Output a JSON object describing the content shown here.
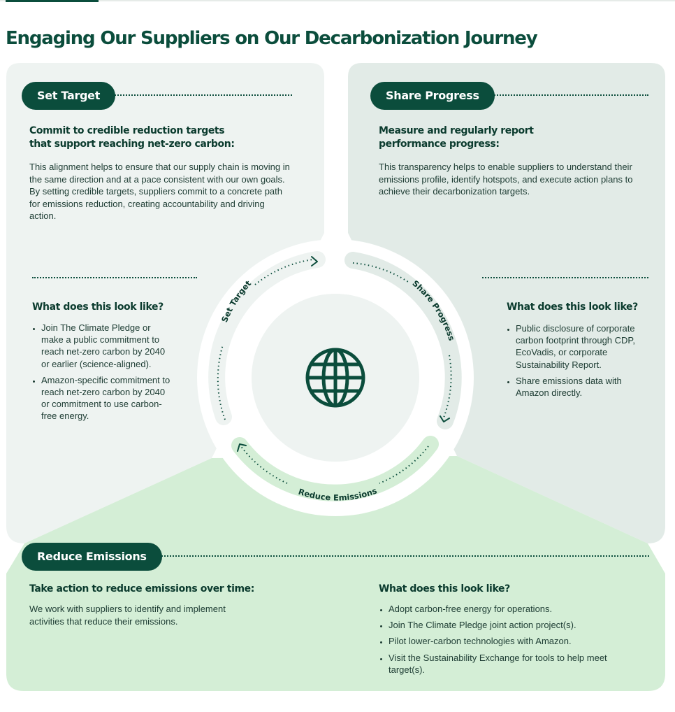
{
  "title": "Engaging Our Suppliers on Our Decarbonization Journey",
  "colors": {
    "dark_green": "#0b4d3c",
    "panel_gray": "#eef3f1",
    "panel_gray_dark": "#e2ebe7",
    "panel_green": "#d4eed6"
  },
  "set_target": {
    "label": "Set Target",
    "heading": "Commit to credible reduction targets that support reaching net-zero carbon:",
    "body": "This alignment helps to ensure that our supply chain is moving in the same direction and at a pace consistent with our own goals. By setting credible targets, suppliers commit to a concrete path for emissions reduction, creating accountability and driving action.",
    "look_heading": "What does this look like?",
    "items": [
      "Join The Climate Pledge or make a public commitment to reach net-zero carbon by 2040 or earlier (science-aligned).",
      "Amazon-specific commitment to reach net-zero carbon by 2040 or commitment to use carbon-free energy."
    ]
  },
  "share_progress": {
    "label": "Share Progress",
    "heading": "Measure and regularly report performance progress:",
    "body": "This transparency helps to enable suppliers to understand their emissions profile, identify hotspots, and execute action plans to achieve their decarbonization targets.",
    "look_heading": "What does this look like?",
    "items": [
      "Public disclosure of corporate carbon footprint through CDP, EcoVadis, or corporate Sustainability Report.",
      "Share emissions data with Amazon directly."
    ]
  },
  "reduce_emissions": {
    "label": "Reduce Emissions",
    "heading": "Take action to reduce emissions over time:",
    "body": "We work with suppliers to identify and implement activities that reduce their emissions.",
    "look_heading": "What does this look like?",
    "items": [
      "Adopt carbon-free energy for operations.",
      "Join The Climate Pledge joint action project(s).",
      "Pilot lower-carbon technologies with Amazon.",
      "Visit the Sustainability Exchange for tools to help meet target(s)."
    ]
  },
  "cycle": {
    "set_target": "Set Target",
    "share_progress": "Share Progress",
    "reduce_emissions": "Reduce Emissions",
    "center_icon": "globe-icon"
  }
}
